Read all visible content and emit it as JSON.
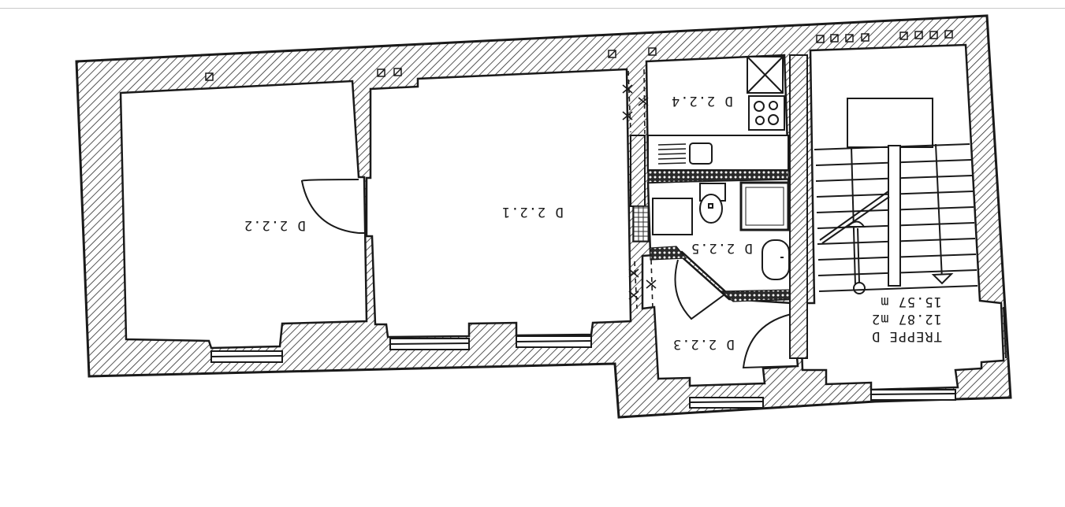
{
  "document": {
    "type": "architectural floor plan (scanned, rotated 180°)",
    "orientation": "upside-down",
    "colors": {
      "ink": "#1a1a1a",
      "paper": "#ffffff",
      "hatch": "#2a2a2a"
    }
  },
  "rooms": [
    {
      "id": "D 2.2.1",
      "label": "D 2.2.1"
    },
    {
      "id": "D 2.2.2",
      "label": "D 2.2.2"
    },
    {
      "id": "D 2.2.3",
      "label": "D 2.2.3"
    },
    {
      "id": "D 2.2.4",
      "label": "D 2.2.4"
    },
    {
      "id": "D 2.2.5",
      "label": "D 2.2.5"
    }
  ],
  "stair": {
    "name": "TREPPE D",
    "area": "12.87 m2",
    "perimeter": "15.57 m"
  },
  "symbols": {
    "walls": "hatched-wall",
    "kitchen": [
      "stove-4-burner",
      "sink-with-drainboard",
      "cabinet-x"
    ],
    "bathroom": [
      "toilet",
      "shower-tray",
      "washbasin",
      "washing-machine"
    ],
    "doors": [
      "swing-door-arc"
    ],
    "stairs": [
      "stair-treads",
      "handrail",
      "arrow-up",
      "arrow-down"
    ],
    "windows": [
      "window-opening"
    ],
    "vents": [
      "flue-marker"
    ]
  }
}
